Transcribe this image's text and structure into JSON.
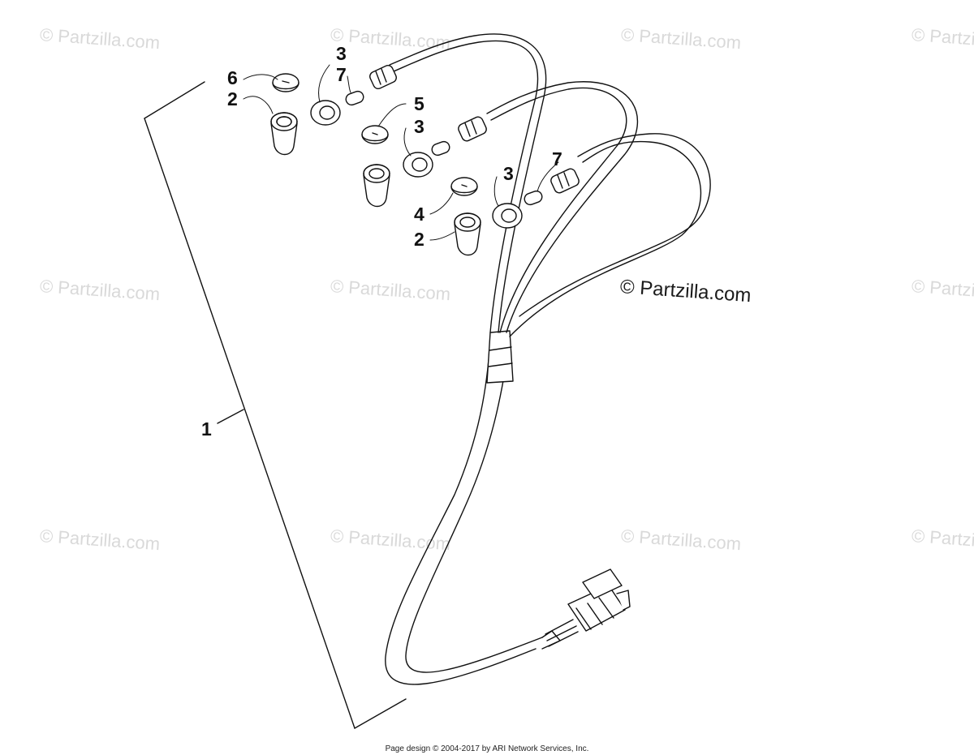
{
  "watermark": {
    "text": "© Partzilla.com",
    "main_text": "© Partzilla.com"
  },
  "callouts": {
    "c1": "1",
    "c2a": "2",
    "c2b": "2",
    "c3a": "3",
    "c3b": "3",
    "c3c": "3",
    "c4": "4",
    "c5": "5",
    "c6": "6",
    "c7a": "7",
    "c7b": "7"
  },
  "footer": {
    "text": "Page design © 2004-2017 by ARI Network Services, Inc."
  }
}
